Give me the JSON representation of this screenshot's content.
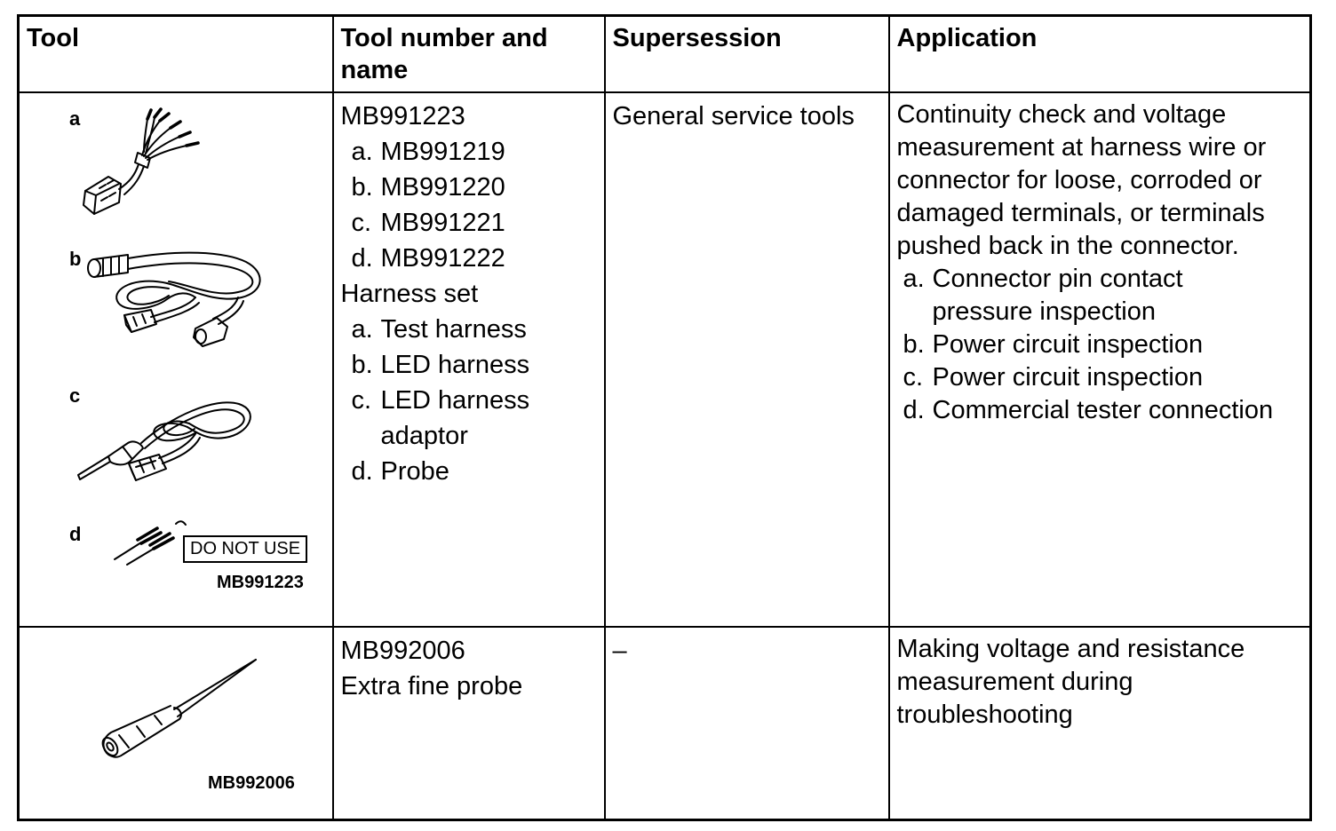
{
  "table": {
    "headers": [
      "Tool",
      "Tool number and name",
      "Supersession",
      "Application"
    ],
    "rows": [
      {
        "tool": {
          "labels": [
            "a",
            "b",
            "c",
            "d"
          ],
          "warning": "DO NOT USE",
          "caption": "MB991223"
        },
        "number": {
          "title": "MB991223",
          "items": [
            {
              "marker": "a.",
              "text": "MB991219"
            },
            {
              "marker": "b.",
              "text": "MB991220"
            },
            {
              "marker": "c.",
              "text": "MB991221"
            },
            {
              "marker": "d.",
              "text": "MB991222"
            }
          ],
          "subtitle": "Harness set",
          "items2": [
            {
              "marker": "a.",
              "text": "Test harness"
            },
            {
              "marker": "b.",
              "text": "LED harness"
            },
            {
              "marker": "c.",
              "text": "LED harness adaptor"
            },
            {
              "marker": "d.",
              "text": "Probe"
            }
          ]
        },
        "supersession": "General service tools",
        "application": {
          "intro": "Continuity check and voltage measurement at harness wire or connector for loose, corroded or damaged terminals, or terminals pushed back in the connector.",
          "items": [
            {
              "marker": "a.",
              "text": "Connector pin contact pressure inspection"
            },
            {
              "marker": "b.",
              "text": "Power circuit inspection"
            },
            {
              "marker": "c.",
              "text": "Power circuit inspection"
            },
            {
              "marker": "d.",
              "text": "Commercial tester connection"
            }
          ]
        }
      },
      {
        "tool": {
          "caption": "MB992006"
        },
        "number": {
          "title": "MB992006",
          "subtitle": "Extra fine probe"
        },
        "supersession": "–",
        "application": {
          "intro": "Making voltage and resistance measurement during troubleshooting"
        }
      }
    ]
  },
  "colors": {
    "text": "#000000",
    "border": "#000000",
    "background": "#ffffff"
  }
}
